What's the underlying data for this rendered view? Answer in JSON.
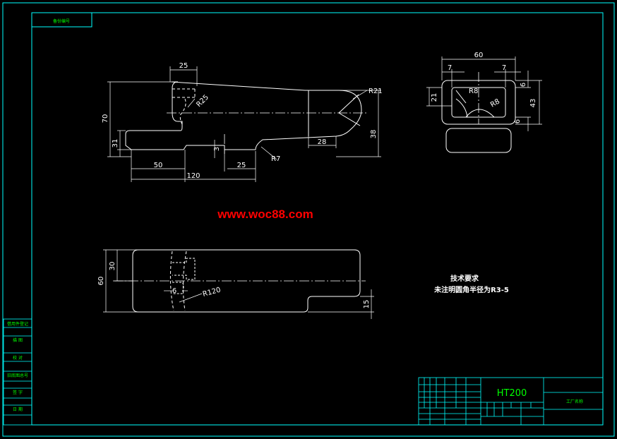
{
  "top_left_box": "备份编号",
  "watermark": "www.woc88.com",
  "front_view_dims": {
    "d25_top": "25",
    "r25": "R25",
    "r21": "R21",
    "d70": "70",
    "d31": "31",
    "d3": "3",
    "d28": "28",
    "d38": "38",
    "r7": "R7",
    "d50": "50",
    "d25_bottom": "25",
    "d120": "120"
  },
  "side_view_dims": {
    "d60": "60",
    "d7_left": "7",
    "d7_right": "7",
    "d21": "21",
    "r8_top": "R8",
    "r8_bottom": "R8",
    "d6_top": "6",
    "d43": "43",
    "d6_bottom": "6"
  },
  "top_view_dims": {
    "d30": "30",
    "d60": "60",
    "d6": "6",
    "r120": "R120",
    "d15": "15"
  },
  "tech_req": {
    "title": "技术要求",
    "line1": "未注明圆角半径为R3-5"
  },
  "left_strip": [
    "借用件登记",
    "描 图",
    "校 对",
    "旧底图总号",
    "签 字",
    "日 期"
  ],
  "title_block": {
    "material": "HT200",
    "right_label": "工厂名称"
  }
}
